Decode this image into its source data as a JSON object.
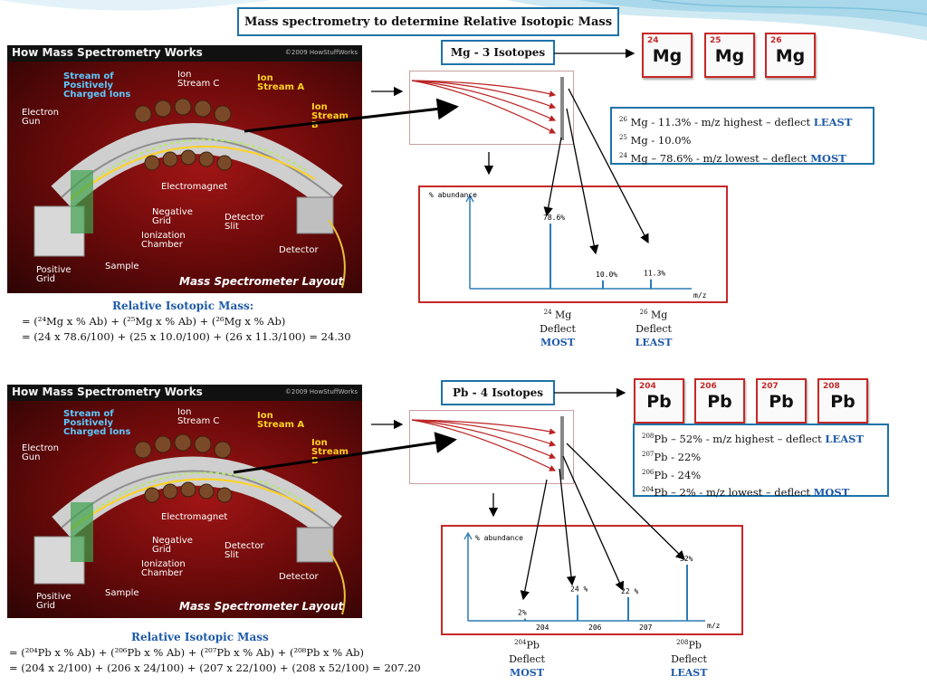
{
  "title": "Mass spectrometry to determine Relative Isotopic Mass",
  "diagram": {
    "title": "How Mass Spectrometry Works",
    "copyright": "©2009 HowStuffWorks",
    "labels": {
      "stream_pos": "Stream of Positively Charged Ions",
      "ion_c": "Ion Stream C",
      "ion_a": "Ion Stream A",
      "ion_b": "Ion Stream B",
      "electron_gun": "Electron Gun",
      "electromagnet": "Electromagnet",
      "negative_grid": "Negative Grid",
      "ionization_chamber": "Ionization Chamber",
      "sample": "Sample",
      "positive_grid": "Positive Grid",
      "detector_slit": "Detector Slit",
      "detector": "Detector",
      "layout": "Mass Spectrometer Layout"
    }
  },
  "mg": {
    "header": "Mg -  3 Isotopes",
    "tiles": [
      {
        "mass": "24",
        "symbol": "Mg"
      },
      {
        "mass": "25",
        "symbol": "Mg"
      },
      {
        "mass": "26",
        "symbol": "Mg"
      }
    ],
    "info": [
      {
        "sup": "26",
        "text": " Mg - 11.3% - m/z highest – deflect ",
        "em": "LEAST"
      },
      {
        "sup": "25",
        "text": " Mg - 10.0%",
        "em": ""
      },
      {
        "sup": "24",
        "text": " Mg – 78.6% - m/z lowest – deflect ",
        "em": "MOST"
      }
    ],
    "spectrum": {
      "ylabel": "% abundance",
      "xlabel": "m/z",
      "peaks": [
        {
          "label": "78.6%",
          "value": 78.6
        },
        {
          "label": "10.0%",
          "value": 10.0
        },
        {
          "label": "11.3%",
          "value": 11.3
        }
      ]
    },
    "deflect_most": {
      "sup": "24",
      "sym": "Mg",
      "word": "Deflect",
      "em": "MOST"
    },
    "deflect_least": {
      "sup": "26",
      "sym": "Mg",
      "word": "Deflect",
      "em": "LEAST"
    },
    "calc_title": "Relative Isotopic Mass:",
    "calc_line1": "= (²⁴Mg x % Ab) + (²⁵Mg x % Ab) + (²⁶Mg x % Ab)",
    "calc_line2": "= (24 x 78.6/100) + (25 x 10.0/100) + (26 x 11.3/100) = 24.30"
  },
  "pb": {
    "header": "Pb -  4 Isotopes",
    "tiles": [
      {
        "mass": "204",
        "symbol": "Pb"
      },
      {
        "mass": "206",
        "symbol": "Pb"
      },
      {
        "mass": "207",
        "symbol": "Pb"
      },
      {
        "mass": "208",
        "symbol": "Pb"
      }
    ],
    "info": [
      {
        "sup": "208",
        "text": "Pb – 52% - m/z highest – deflect ",
        "em": "LEAST"
      },
      {
        "sup": "207",
        "text": "Pb - 22%",
        "em": ""
      },
      {
        "sup": "206",
        "text": "Pb - 24%",
        "em": ""
      },
      {
        "sup": "204",
        "text": "Pb –  2% -  m/z lowest – deflect ",
        "em": "MOST"
      }
    ],
    "spectrum": {
      "ylabel": "% abundance",
      "xlabel": "m/z",
      "ticks": [
        "204",
        "206",
        "207"
      ],
      "peaks": [
        {
          "label": "2%",
          "value": 2
        },
        {
          "label": "24 %",
          "value": 24
        },
        {
          "label": "22 %",
          "value": 22
        },
        {
          "label": "52%",
          "value": 52
        }
      ]
    },
    "deflect_most": {
      "sup": "204",
      "sym": "Pb",
      "word": "Deflect",
      "em": "MOST"
    },
    "deflect_least": {
      "sup": "208",
      "sym": "Pb",
      "word": "Deflect",
      "em": "LEAST"
    },
    "calc_title": "Relative Isotopic Mass",
    "calc_line1": "= (²⁰⁴Pb x % Ab) + (²⁰⁶Pb x % Ab) + (²⁰⁷Pb x % Ab) + (²⁰⁸Pb x % Ab)",
    "calc_line2": "= (204 x 2/100) + (206 x 24/100) + (207 x 22/100) + (208 x 52/100) =  207.20"
  },
  "colors": {
    "accent": "#1e73a8",
    "emphasis": "#1e5aa8",
    "frame": "#c62828"
  }
}
